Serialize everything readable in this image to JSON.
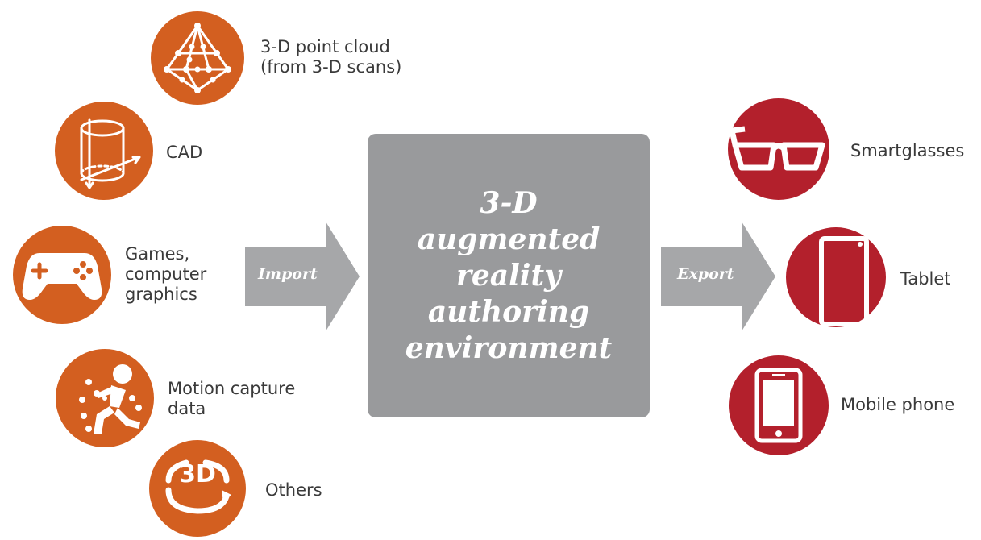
{
  "inputs": [
    {
      "id": "point-cloud",
      "icon": "point-cloud-pyramid-icon",
      "lines": [
        "3-D point cloud",
        "(from 3-D scans)"
      ]
    },
    {
      "id": "cad",
      "icon": "cylinder-axes-icon",
      "lines": [
        "CAD"
      ]
    },
    {
      "id": "games",
      "icon": "gamepad-icon",
      "lines": [
        "Games,",
        "computer",
        "graphics"
      ]
    },
    {
      "id": "motion",
      "icon": "motion-capture-figure-icon",
      "lines": [
        "Motion capture",
        "data"
      ]
    },
    {
      "id": "others",
      "icon": "3d-rotate-icon",
      "badge": "3D",
      "lines": [
        "Others"
      ]
    }
  ],
  "import_label": "Import",
  "export_label": "Export",
  "center": {
    "lines": [
      "3-D",
      "augmented",
      "reality",
      "authoring",
      "environment"
    ]
  },
  "outputs": [
    {
      "id": "smartglasses",
      "icon": "glasses-icon",
      "label": "Smartglasses"
    },
    {
      "id": "tablet",
      "icon": "tablet-icon",
      "label": "Tablet"
    },
    {
      "id": "mobile",
      "icon": "mobile-phone-icon",
      "label": "Mobile phone"
    }
  ],
  "colors": {
    "input_circle": "#d35f20",
    "output_circle": "#b3202c",
    "center_box": "#999a9c",
    "arrow": "#a6a7a9"
  }
}
